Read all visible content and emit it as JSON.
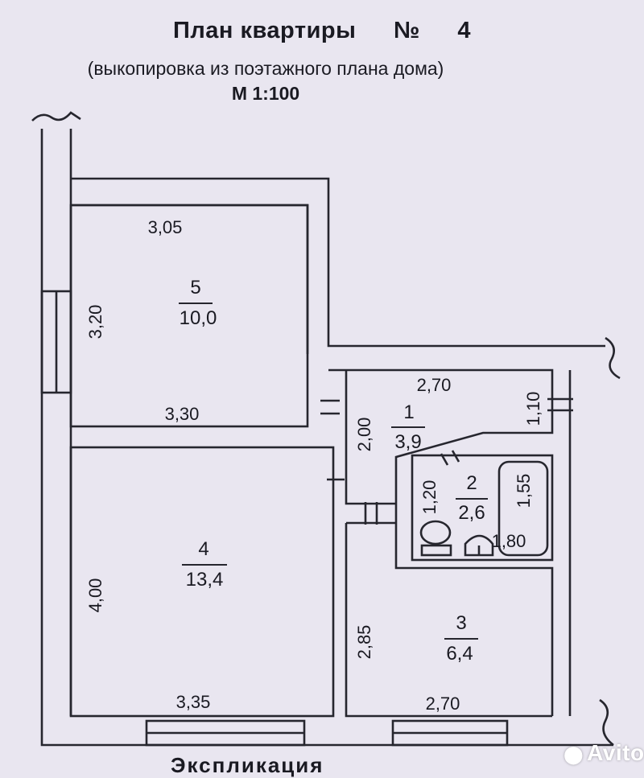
{
  "header": {
    "title": "План квартиры",
    "number_sign": "№",
    "number": "4",
    "subtitle": "(выкопировка из поэтажного плана дома)",
    "scale": "М 1:100"
  },
  "rooms": [
    {
      "id": "5",
      "area": "10,0"
    },
    {
      "id": "4",
      "area": "13,4"
    },
    {
      "id": "1",
      "area": "3,9"
    },
    {
      "id": "2",
      "area": "2,6"
    },
    {
      "id": "3",
      "area": "6,4"
    }
  ],
  "dimensions": {
    "room5_top": "3,05",
    "room5_left": "3,20",
    "room5_bottom": "3,30",
    "room4_left": "4,00",
    "room4_bottom": "3,35",
    "room1_top": "2,70",
    "room1_left": "2,00",
    "room1_right": "1,10",
    "room2_left": "1,20",
    "room2_right": "1,55",
    "room2_bottom": "1,80",
    "room3_left": "2,85",
    "room3_bottom": "2,70"
  },
  "footer": {
    "caption": "Экспликация"
  },
  "watermark": {
    "brand": "Avito"
  }
}
